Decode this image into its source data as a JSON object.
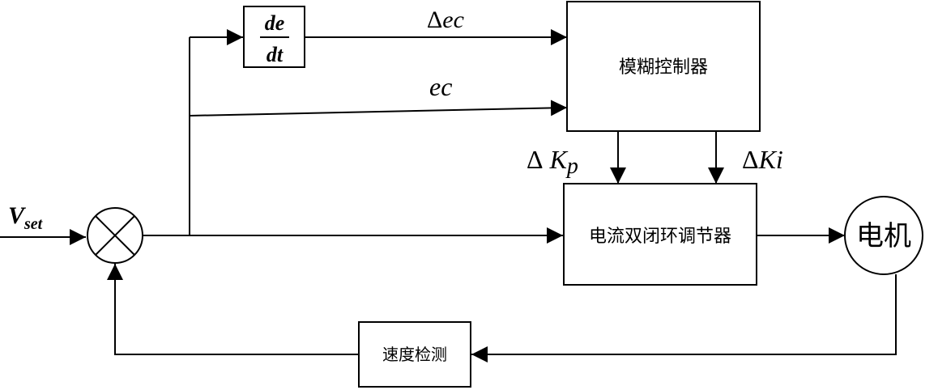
{
  "blocks": {
    "fuzzy_controller": "模糊控制器",
    "current_loop_regulator": "电流双闭环调节器",
    "motor": "电机",
    "speed_detection": "速度检测"
  },
  "derivative": {
    "numerator": "de",
    "denominator": "dt"
  },
  "signals": {
    "vset_main": "V",
    "vset_sub": "set",
    "delta_ec_delta": "Δ",
    "delta_ec_var": "ec",
    "ec": "ec",
    "delta_kp_delta": "Δ",
    "delta_kp_var": "K",
    "delta_kp_sub": "p",
    "delta_ki_delta": "Δ",
    "delta_ki_var": "Ki"
  }
}
